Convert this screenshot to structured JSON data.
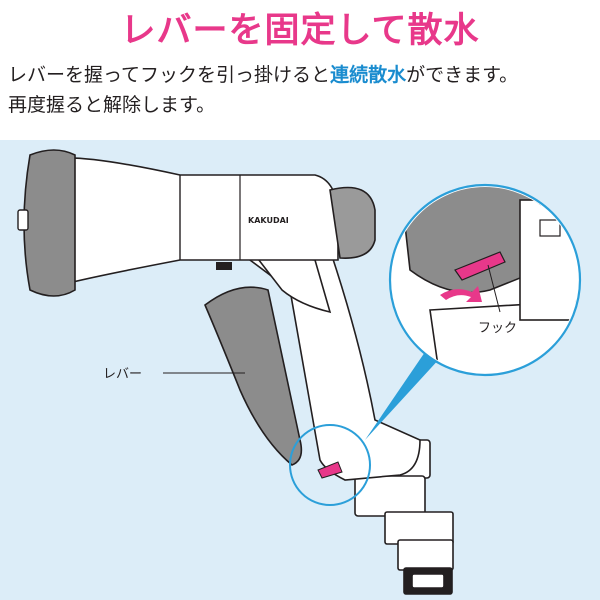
{
  "title": "レバーを固定して散水",
  "description": {
    "line1_before": "レバーを握ってフックを引っ掛けると",
    "line1_highlight": "連続散水",
    "line1_after": "ができます。",
    "line2": "再度握ると解除します。"
  },
  "labels": {
    "lever": "レバー",
    "hook": "フック",
    "brand": "KAKUDAI"
  },
  "colors": {
    "title": "#e8388a",
    "highlight": "#1a8ccf",
    "panel_bg": "#dcedf8",
    "callout_ring": "#2b9fd9",
    "hook": "#e8388a",
    "grip": "#8c8c8c"
  }
}
